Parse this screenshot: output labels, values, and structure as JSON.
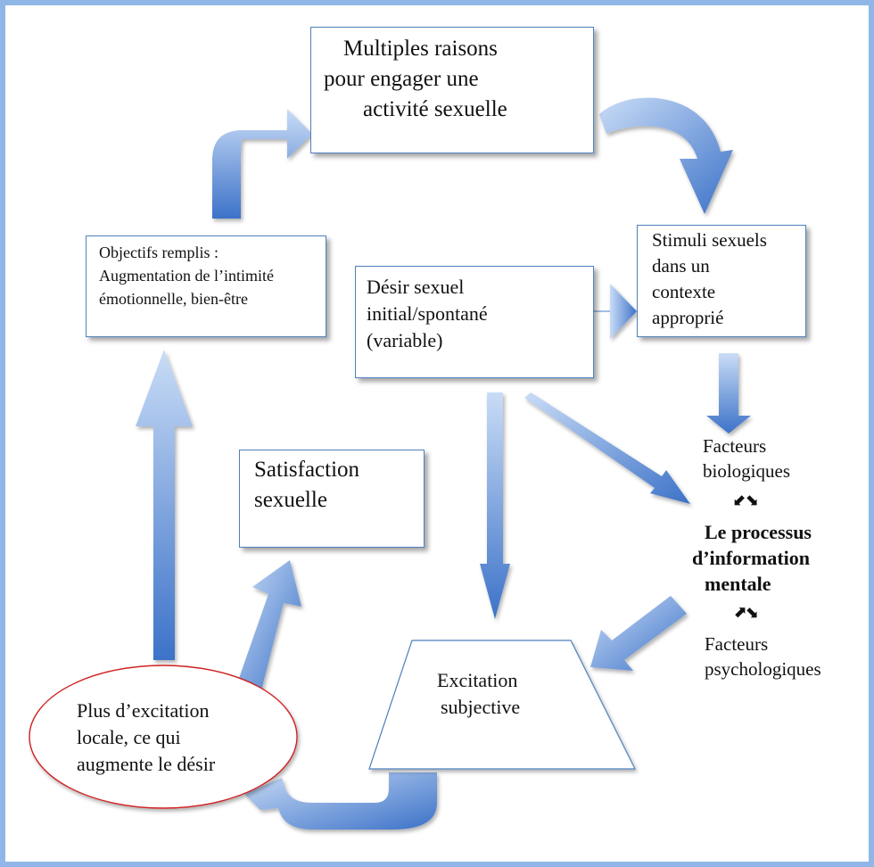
{
  "nodes": {
    "raisons": {
      "lines": [
        "Multiples raisons",
        "pour  engager  une",
        "activité sexuelle"
      ]
    },
    "objectifs": {
      "lines": [
        "Objectifs remplis :",
        "Augmentation de l’intimité",
        "émotionnelle, bien-être"
      ]
    },
    "stimuli": {
      "lines": [
        "Stimuli sexuels",
        "dans un",
        "contexte",
        "approprié"
      ]
    },
    "desir": {
      "lines": [
        "Désir  sexuel",
        "initial/spontané",
        "(variable)"
      ]
    },
    "satisfaction": {
      "lines": [
        "Satisfaction",
        "sexuelle"
      ]
    },
    "excitation": {
      "lines": [
        "Excitation",
        "subjective"
      ]
    },
    "plus": {
      "lines": [
        "Plus d’excitation",
        "locale, ce qui",
        "augmente le  désir"
      ]
    }
  },
  "side": {
    "facteurs_bio": [
      "Facteurs",
      "biologiques"
    ],
    "processus": [
      "Le processus",
      "d’information",
      "mentale"
    ],
    "facteurs_psy": [
      "Facteurs",
      "psychologiques"
    ],
    "glyph_top": "⬋⬊",
    "glyph_bottom": "⬈⬊"
  },
  "colors": {
    "arrow_light": "#c9dcf6",
    "arrow_dark": "#3c72c8",
    "box_border": "#4f81bd",
    "ellipse_border": "#d12020",
    "frame": "#8fb6e6"
  }
}
